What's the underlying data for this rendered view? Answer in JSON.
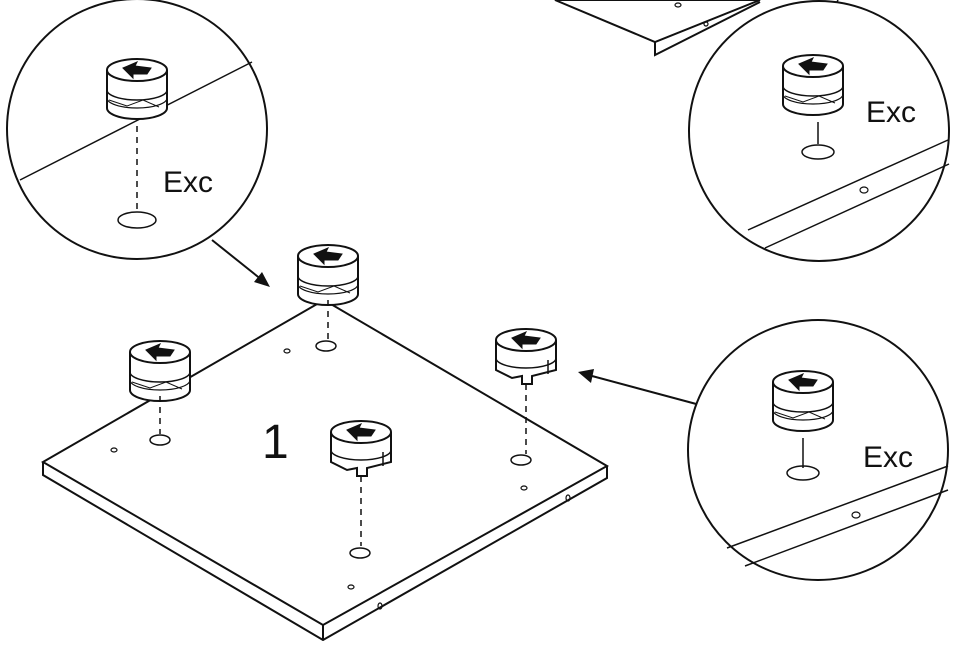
{
  "part_number": "1",
  "callouts": [
    {
      "label": "Exc"
    },
    {
      "label": "Exc"
    },
    {
      "label": "Exc"
    }
  ],
  "colors": {
    "ink": "#111111",
    "paper": "#ffffff"
  },
  "icons": [
    "cam-lock-fitting-icon",
    "drill-hole-icon",
    "pointer-arrow-icon",
    "magnify-circle-icon"
  ]
}
